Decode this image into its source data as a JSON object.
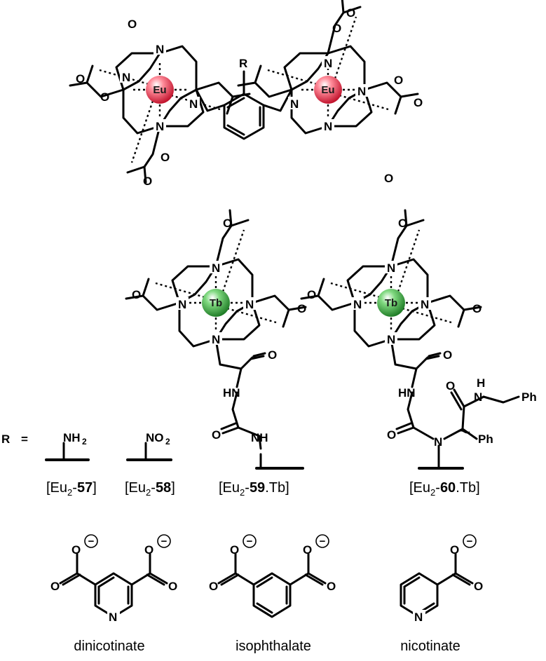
{
  "r_label": "R",
  "r_equals": "=",
  "metals": {
    "eu": "Eu",
    "tb": "Tb"
  },
  "atoms": {
    "N": "N",
    "O": "O",
    "HN": "HN",
    "NH": "NH",
    "H": "H",
    "Ph": "Ph",
    "NH2": "NH",
    "sub2": "2",
    "NO2": "NO",
    "charge": "−"
  },
  "compounds": [
    {
      "pre": "[Eu",
      "sub": "2",
      "dash": "-",
      "num": "57",
      "post": "]"
    },
    {
      "pre": "[Eu",
      "sub": "2",
      "dash": "-",
      "num": "58",
      "post": "]"
    },
    {
      "pre": "[Eu",
      "sub": "2",
      "dash": "-",
      "num": "59",
      "post": ".Tb]"
    },
    {
      "pre": "[Eu",
      "sub": "2",
      "dash": "-",
      "num": "60",
      "post": ".Tb]"
    }
  ],
  "anions": [
    "dinicotinate",
    "isophthalate",
    "nicotinate"
  ],
  "colors": {
    "europium": "#e8324a",
    "terbium": "#2e9e3a"
  }
}
